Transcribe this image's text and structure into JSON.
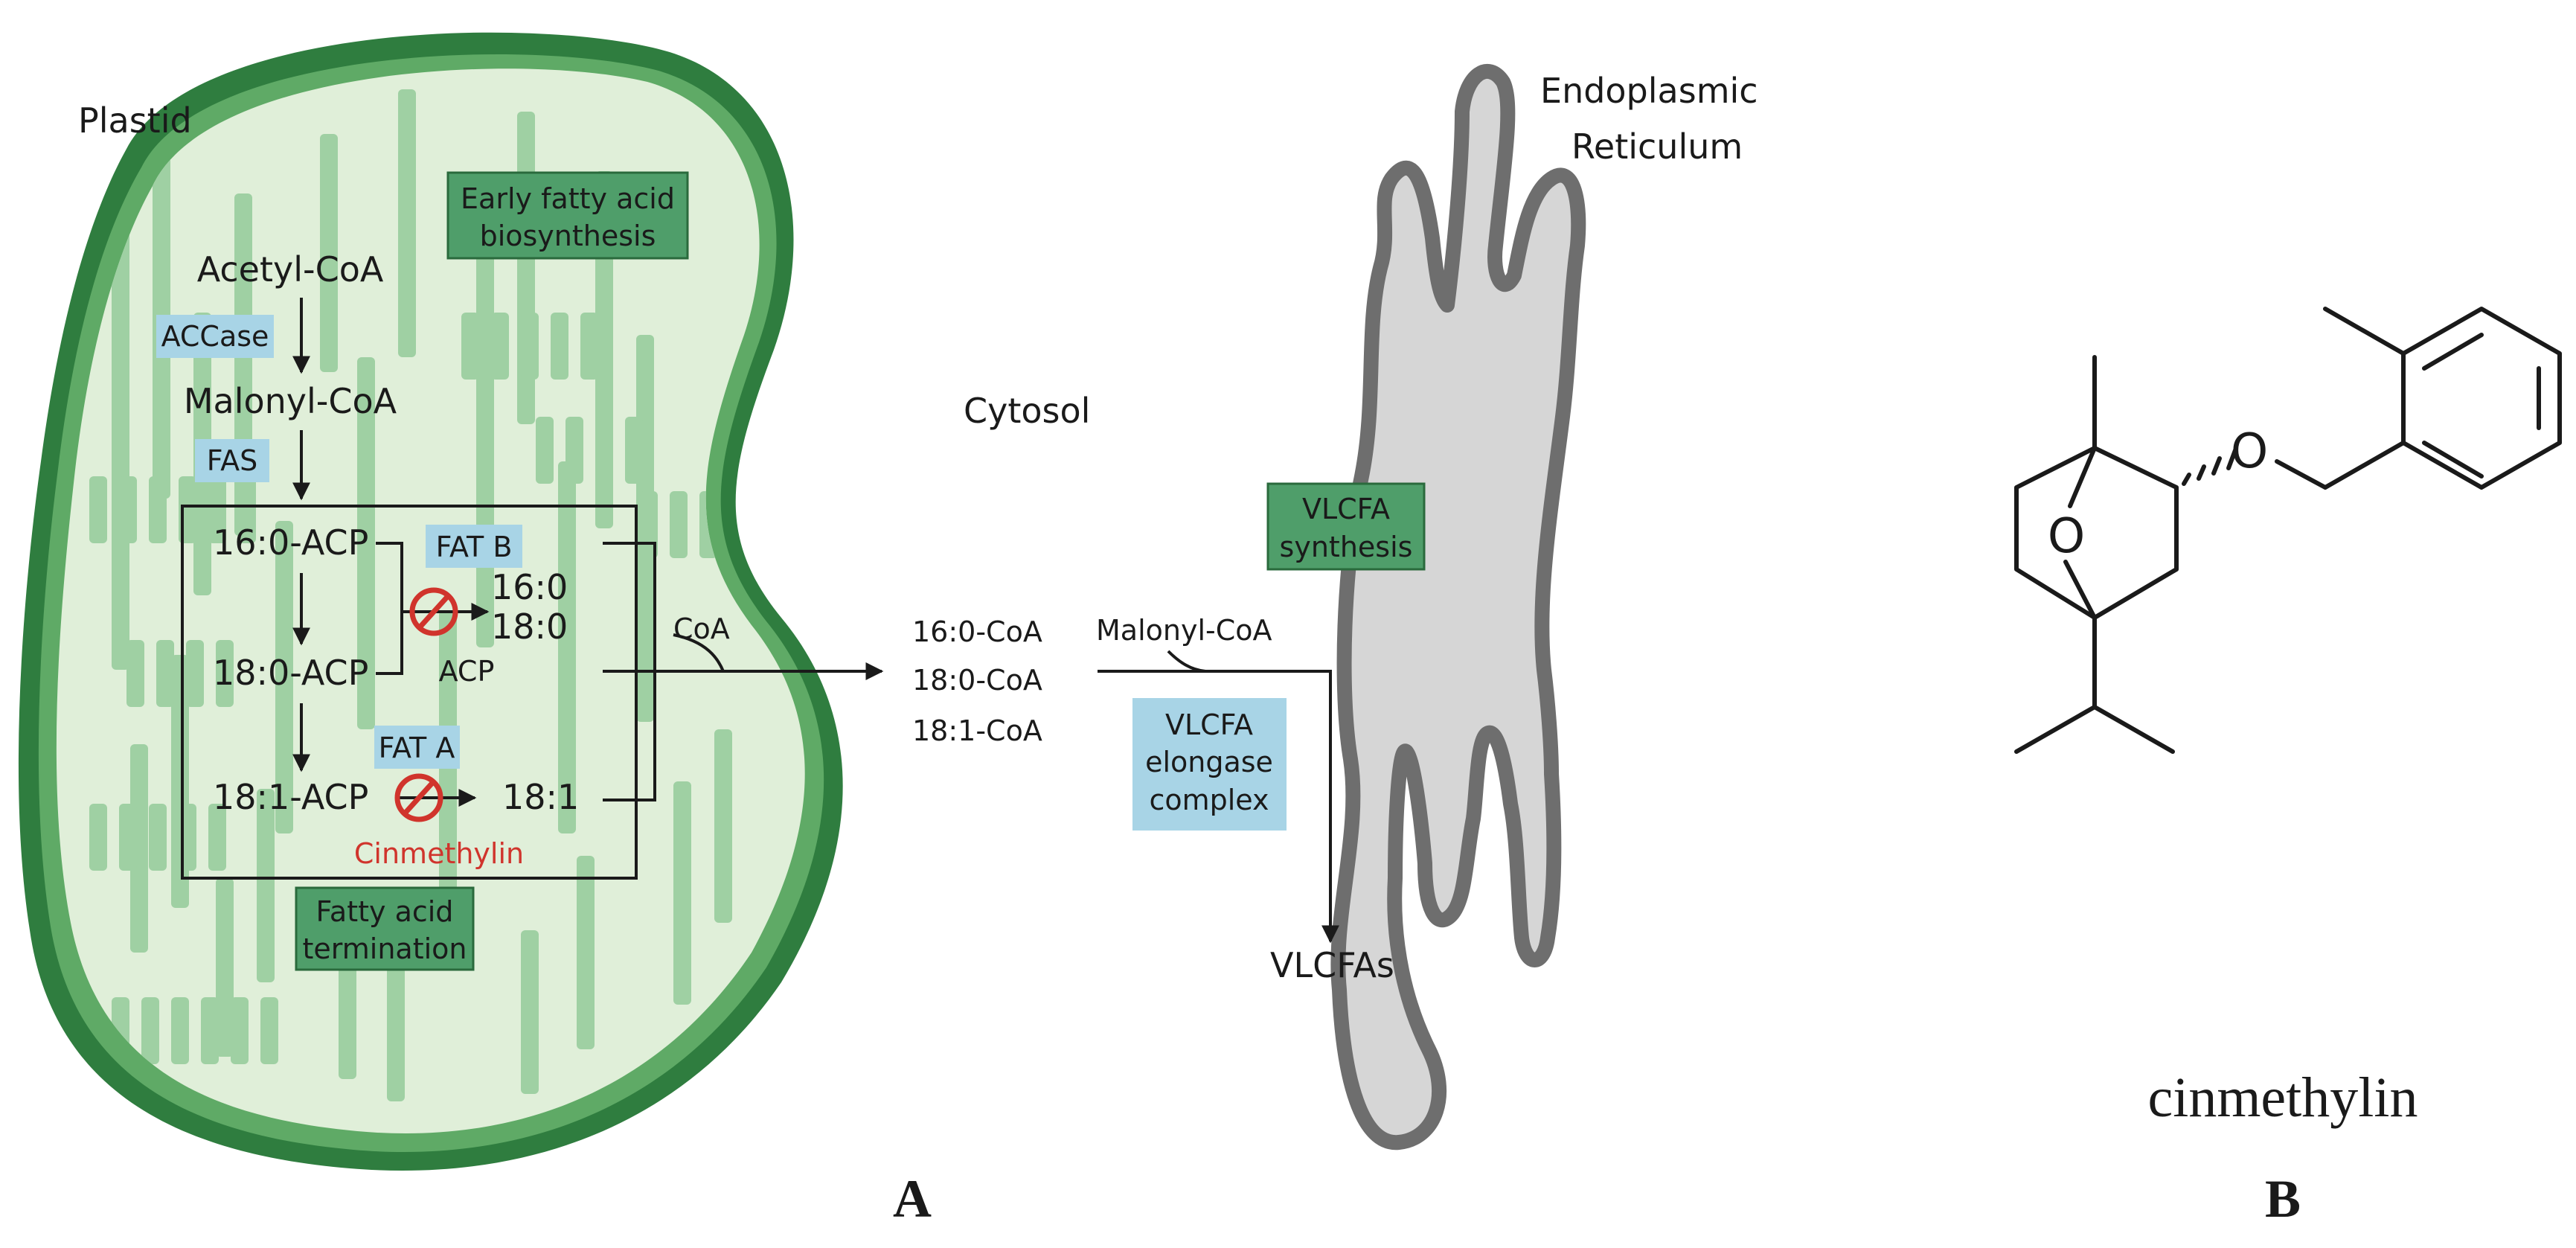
{
  "colors": {
    "plastid_outer": "#2f7d3f",
    "plastid_inner": "#e0efd9",
    "membrane_band": "#5faa66",
    "thylakoid": "#9fd0a3",
    "green_box": "#4f9e6a",
    "blue_box": "#a8d4e6",
    "er_fill": "#d6d6d6",
    "er_stroke": "#6e6e6e",
    "inhibitor_red": "#d0342c"
  },
  "panel_a": {
    "plastid_label": "Plastid",
    "cytosol_label": "Cytosol",
    "er_label_line1": "Endoplasmic",
    "er_label_line2": "Reticulum",
    "early_box_line1": "Early fatty acid",
    "early_box_line2": "biosynthesis",
    "termination_box_line1": "Fatty acid",
    "termination_box_line2": "termination",
    "vlcfa_synthesis_line1": "VLCFA",
    "vlcfa_synthesis_line2": "synthesis",
    "acetyl_coa": "Acetyl-CoA",
    "accase": "ACCase",
    "malonyl_coa": "Malonyl-CoA",
    "fas": "FAS",
    "acp_16_0": "16:0-ACP",
    "acp_18_0": "18:0-ACP",
    "acp_18_1": "18:1-ACP",
    "fat_b": "FAT B",
    "fat_a": "FAT A",
    "free_16_0": "16:0",
    "free_18_0": "18:0",
    "free_acp": "ACP",
    "free_18_1": "18:1",
    "inhibitor": "Cinmethylin",
    "coa": "CoA",
    "coa_16_0": "16:0-CoA",
    "coa_18_0": "18:0-CoA",
    "coa_18_1": "18:1-CoA",
    "cyto_malonyl": "Malonyl-CoA",
    "elongase_line1": "VLCFA",
    "elongase_line2": "elongase",
    "elongase_line3": "complex",
    "vlcfas": "VLCFAs",
    "panel_letter": "A"
  },
  "panel_b": {
    "o_ether": "O",
    "o_bridge": "O",
    "compound_name": "cinmethylin",
    "panel_letter": "B"
  }
}
